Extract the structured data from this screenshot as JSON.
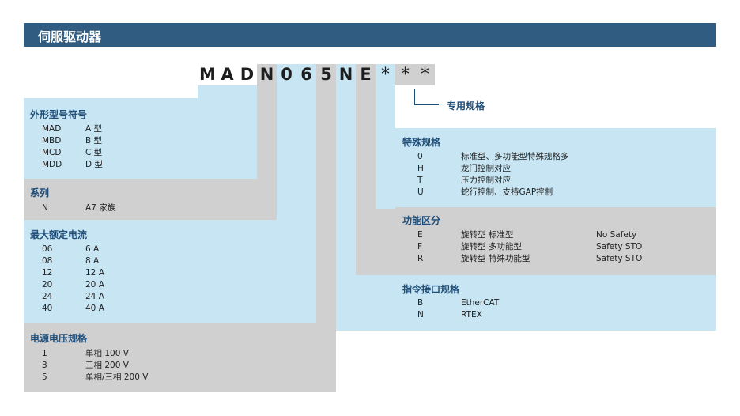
{
  "header": {
    "title": "伺服驱动器"
  },
  "model_code": [
    "M",
    "A",
    "D",
    "N",
    "0",
    "6",
    "5",
    "N",
    "E",
    "*",
    "*",
    "*"
  ],
  "special_note": "专用规格",
  "left_sections": [
    {
      "title": "外形型号符号",
      "rows": [
        [
          "MAD",
          "A 型"
        ],
        [
          "MBD",
          "B 型"
        ],
        [
          "MCD",
          "C 型"
        ],
        [
          "MDD",
          "D 型"
        ]
      ]
    },
    {
      "title": "系列",
      "rows": [
        [
          "N",
          "A7 家族"
        ]
      ]
    },
    {
      "title": "最大额定电流",
      "rows": [
        [
          "06",
          "6 A"
        ],
        [
          "08",
          "8 A"
        ],
        [
          "12",
          "12 A"
        ],
        [
          "20",
          "20 A"
        ],
        [
          "24",
          "24 A"
        ],
        [
          "40",
          "40 A"
        ]
      ]
    },
    {
      "title": "电源电压规格",
      "rows": [
        [
          "1",
          "单相 100 V"
        ],
        [
          "3",
          "三相 200 V"
        ],
        [
          "5",
          "单相/三相 200 V"
        ]
      ]
    }
  ],
  "right_sections": [
    {
      "title": "特殊规格",
      "rows": [
        [
          "0",
          "标准型、多功能型特殊规格多",
          ""
        ],
        [
          "H",
          "龙门控制对应",
          ""
        ],
        [
          "T",
          "压力控制对应",
          ""
        ],
        [
          "U",
          "蛇行控制、支持GAP控制",
          ""
        ]
      ]
    },
    {
      "title": "功能区分",
      "rows": [
        [
          "E",
          "旋转型 标准型",
          "No Safety"
        ],
        [
          "F",
          "旋转型 多功能型",
          "Safety STO"
        ],
        [
          "R",
          "旋转型 特殊功能型",
          "Safety STO"
        ]
      ]
    },
    {
      "title": "指令接口规格",
      "rows": [
        [
          "B",
          "EtherCAT",
          ""
        ],
        [
          "N",
          "RTEX",
          ""
        ]
      ]
    }
  ]
}
